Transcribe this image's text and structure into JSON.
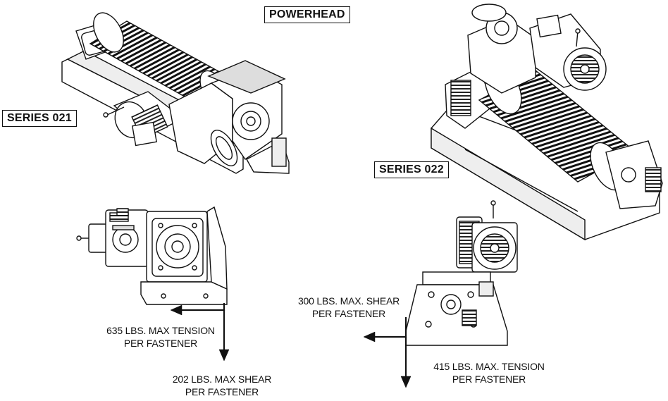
{
  "title": "POWERHEAD",
  "labels": {
    "series_021": "SERIES 021",
    "series_022": "SERIES 022"
  },
  "loads": {
    "left_tension_line1": "635 LBS. MAX TENSION",
    "left_tension_line2": "PER FASTENER",
    "left_shear_line1": "202 LBS. MAX SHEAR",
    "left_shear_line2": "PER FASTENER",
    "right_shear_line1": "300 LBS. MAX. SHEAR",
    "right_shear_line2": "PER FASTENER",
    "right_tension_line1": "415 LBS. MAX. TENSION",
    "right_tension_line2": "PER FASTENER"
  }
}
